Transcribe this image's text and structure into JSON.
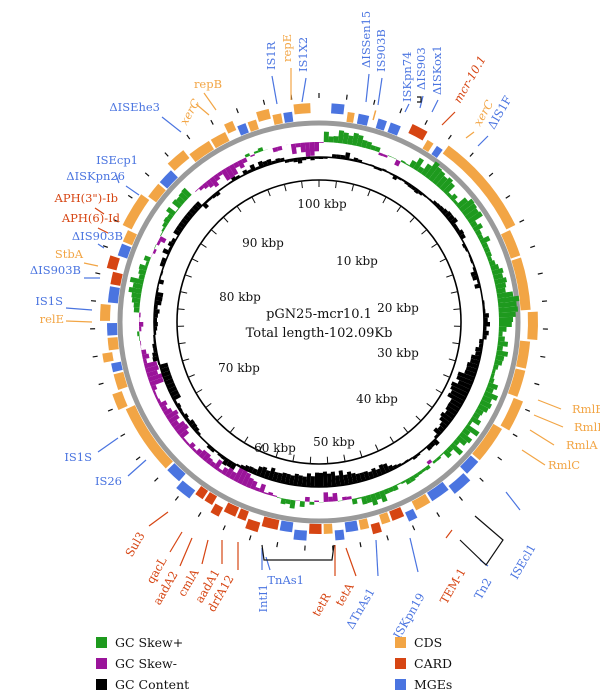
{
  "plasmid": {
    "name": "pGN25-mcr10.1",
    "total": "Total length-102.09Kb"
  },
  "colors": {
    "gc_skew_plus": "#1e9a1e",
    "gc_skew_minus": "#9a149a",
    "gc_content": "#000000",
    "cds": "#f2a545",
    "card": "#d64513",
    "mge": "#4a74e0"
  },
  "kbp_labels": [
    "10 kbp",
    "20 kbp",
    "30 kbp",
    "40 kbp",
    "50 kbp",
    "60 kbp",
    "70 kbp",
    "80 kbp",
    "90 kbp",
    "100 kbp"
  ],
  "gene_labels": [
    {
      "text": "IS1R",
      "cls": "mge",
      "italic": false
    },
    {
      "text": "repE",
      "cls": "cds",
      "italic": false
    },
    {
      "text": "IS1X2",
      "cls": "mge",
      "italic": false
    },
    {
      "text": "ΔISSen15",
      "cls": "mge",
      "italic": false
    },
    {
      "text": "IS903B",
      "cls": "mge",
      "italic": false
    },
    {
      "text": "ISKpn74",
      "cls": "mge",
      "italic": false
    },
    {
      "text": "ΔIS903",
      "cls": "mge",
      "italic": false
    },
    {
      "text": "ΔISKox1",
      "cls": "mge",
      "italic": false
    },
    {
      "text": "mcr-10.1",
      "cls": "card",
      "italic": true
    },
    {
      "text": "xerC",
      "cls": "cds",
      "italic": true
    },
    {
      "text": "ΔIS1F",
      "cls": "mge",
      "italic": false
    },
    {
      "text": "repB",
      "cls": "cds",
      "italic": false
    },
    {
      "text": "xerC",
      "cls": "cds",
      "italic": true
    },
    {
      "text": "ΔISEhe3",
      "cls": "mge",
      "italic": false
    },
    {
      "text": "ISEcp1",
      "cls": "mge",
      "italic": false
    },
    {
      "text": "ΔISKpn26",
      "cls": "mge",
      "italic": false
    },
    {
      "text": "APH(3\")-Ib",
      "cls": "card",
      "italic": false
    },
    {
      "text": "APH(6)-Id",
      "cls": "card",
      "italic": false
    },
    {
      "text": "ΔIS903B",
      "cls": "mge",
      "italic": false
    },
    {
      "text": "StbA",
      "cls": "cds",
      "italic": false
    },
    {
      "text": "ΔIS903B",
      "cls": "mge",
      "italic": false
    },
    {
      "text": "IS1S",
      "cls": "mge",
      "italic": false
    },
    {
      "text": "relE",
      "cls": "cds",
      "italic": false
    },
    {
      "text": "IS1S",
      "cls": "mge",
      "italic": false
    },
    {
      "text": "IS26",
      "cls": "mge",
      "italic": false
    },
    {
      "text": "Sul3",
      "cls": "card",
      "italic": false
    },
    {
      "text": "qacL",
      "cls": "card",
      "italic": false
    },
    {
      "text": "aadA2",
      "cls": "card",
      "italic": false
    },
    {
      "text": "cmlA",
      "cls": "card",
      "italic": false
    },
    {
      "text": "aadA1",
      "cls": "card",
      "italic": false
    },
    {
      "text": "drfA12",
      "cls": "card",
      "italic": false
    },
    {
      "text": "IntI1",
      "cls": "mge",
      "italic": false
    },
    {
      "text": "TnAs1",
      "cls": "mge",
      "italic": false
    },
    {
      "text": "tetR",
      "cls": "card",
      "italic": false
    },
    {
      "text": "tetA",
      "cls": "card",
      "italic": false
    },
    {
      "text": "ΔTnAs1",
      "cls": "mge",
      "italic": false
    },
    {
      "text": "ISKpn19",
      "cls": "mge",
      "italic": false
    },
    {
      "text": "TEM-1",
      "cls": "card",
      "italic": false
    },
    {
      "text": "Tn2",
      "cls": "mge",
      "italic": false
    },
    {
      "text": "ISEcl1",
      "cls": "mge",
      "italic": false
    },
    {
      "text": "RmlB",
      "cls": "cds",
      "italic": false
    },
    {
      "text": "RmlD",
      "cls": "cds",
      "italic": false
    },
    {
      "text": "RmlA",
      "cls": "cds",
      "italic": false
    },
    {
      "text": "RmlC",
      "cls": "cds",
      "italic": false
    }
  ],
  "legend": {
    "left": [
      {
        "label": "GC Skew+",
        "color": "#1e9a1e"
      },
      {
        "label": "GC Skew-",
        "color": "#9a149a"
      },
      {
        "label": "GC Content",
        "color": "#000000"
      }
    ],
    "right": [
      {
        "label": "CDS",
        "color": "#f2a545"
      },
      {
        "label": "CARD",
        "color": "#d64513"
      },
      {
        "label": "MGEs",
        "color": "#4a74e0"
      }
    ]
  }
}
